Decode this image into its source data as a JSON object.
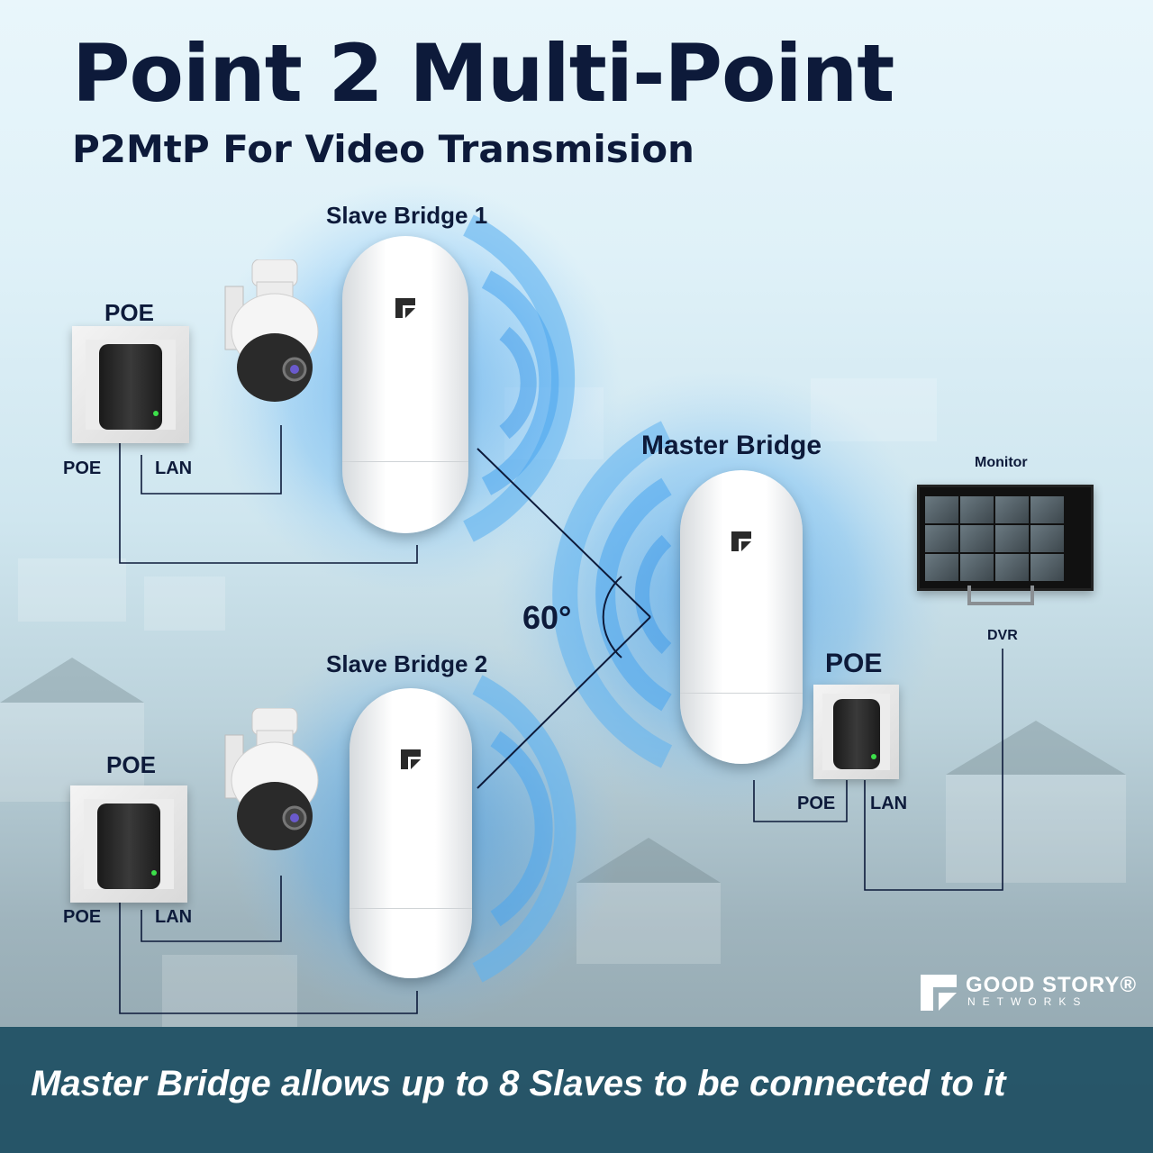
{
  "title": "Point 2 Multi-Point",
  "subtitle": "P2MtP For Video Transmision",
  "slave1": {
    "label": "Slave Bridge 1",
    "poe_title": "POE",
    "poe_port": "POE",
    "lan_port": "LAN"
  },
  "slave2": {
    "label": "Slave Bridge 2",
    "poe_title": "POE",
    "poe_port": "POE",
    "lan_port": "LAN"
  },
  "master": {
    "label": "Master Bridge",
    "poe_title": "POE",
    "poe_port": "POE",
    "lan_port": "LAN"
  },
  "angle": "60°",
  "monitor": {
    "label": "Monitor",
    "dvr_label": "DVR"
  },
  "banner": "Master Bridge allows up to 8 Slaves to be connected to it",
  "brand": {
    "name": "GOOD STORY®",
    "sub": "NETWORKS"
  },
  "colors": {
    "navy": "#0d1a3a",
    "wave": "#3aa0e8",
    "banner": "#184a5e"
  }
}
